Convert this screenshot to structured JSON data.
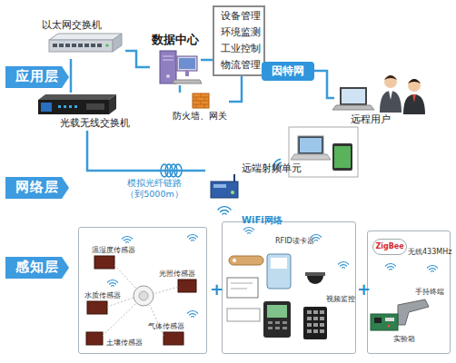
{
  "diagram": {
    "nodes": [
      {
        "text": [
          "应用层"
        ]
      },
      {
        "text": [
          "以太网交换机"
        ]
      },
      {
        "text": [
          "数据中心"
        ]
      },
      {
        "text": [
          "设备管理",
          "环境监测",
          "工业控制",
          "物流管理"
        ]
      },
      {
        "text": [
          "防火墙、网关"
        ]
      },
      {
        "text": [
          "因特网"
        ]
      },
      {
        "text": [
          "远程用户"
        ]
      },
      {
        "text": [
          "光载无线交换机"
        ]
      },
      {
        "text": [
          "网络层"
        ]
      },
      {
        "text": [
          "远端射频单元"
        ]
      },
      {
        "text": [
          "感知层"
        ]
      },
      {
        "text": [
          "温湿度传感器",
          "光照传感器",
          "水质传感器",
          "气体传感器",
          "土壤传感器"
        ]
      },
      {
        "text": [
          "RFID读卡器",
          "视频监控"
        ]
      },
      {
        "text": [
          "无线433MHz",
          "手持终端",
          "实验箱"
        ]
      },
      {
        "text": [
          "ZigBee"
        ],
        "in": 13
      }
    ],
    "edges": [
      {
        "from": 1,
        "to": 2,
        "arrow": "none"
      },
      {
        "from": 2,
        "to": 3,
        "arrow": "none"
      },
      {
        "from": 2,
        "to": 4,
        "arrow": "none"
      },
      {
        "from": 4,
        "to": 5,
        "arrow": "none"
      },
      {
        "from": 5,
        "to": 6,
        "arrow": "none"
      },
      {
        "from": 1,
        "to": 7,
        "arrow": "none"
      },
      {
        "from": 7,
        "to": 9,
        "arrow": "none",
        "label": "模拟光纤链路 （到5000m）"
      }
    ],
    "labels": [
      "WiFi网络",
      "+",
      "+"
    ]
  }
}
